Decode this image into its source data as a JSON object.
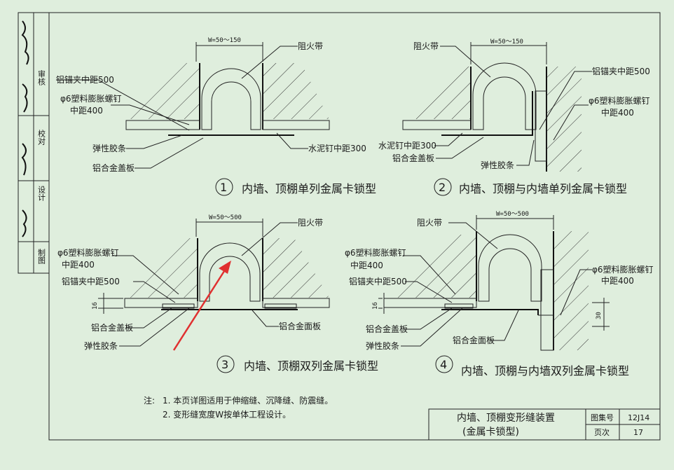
{
  "details": [
    {
      "number": "1",
      "caption": "内墙、顶棚单列金属卡锁型",
      "width_dim": "W=50～150",
      "labels": [
        "阻火带",
        "铝锚夹中距500",
        "φ6塑料膨胀螺钉",
        "中距400",
        "弹性胶条",
        "铝合金盖板",
        "水泥钉中距300"
      ]
    },
    {
      "number": "2",
      "caption": "内墙、顶棚与内墙单列金属卡锁型",
      "width_dim": "W=50～150",
      "labels": [
        "阻火带",
        "铝锚夹中距500",
        "φ6塑料膨胀螺钉",
        "中距400",
        "水泥钉中距300",
        "铝合金盖板",
        "弹性胶条"
      ]
    },
    {
      "number": "3",
      "caption": "内墙、顶棚双列金属卡锁型",
      "width_dim": "W=50～500",
      "labels": [
        "阻火带",
        "φ6塑料膨胀螺钉",
        "中距400",
        "铝锚夹中距500",
        "铝合金面板",
        "铝合金盖板",
        "弹性胶条"
      ],
      "dim": "16"
    },
    {
      "number": "4",
      "caption": "内墙、顶棚与内墙双列金属卡锁型",
      "width_dim": "W=50～500",
      "labels": [
        "阻火带",
        "φ6塑料膨胀螺钉",
        "中距400",
        "铝锚夹中距500",
        "φ6塑料膨胀螺钉",
        "中距400",
        "铝合金盖板",
        "弹性胶条",
        "铝合金面板"
      ],
      "dims": [
        "16",
        "30"
      ]
    }
  ],
  "notes": {
    "prefix": "注:",
    "items": [
      "1. 本页详图适用于伸缩缝、沉降缝、防震缝。",
      "2. 变形缝宽度W按单体工程设计。"
    ]
  },
  "title_block": {
    "title_line1": "内墙、顶棚变形缝装置",
    "title_line2": "(金属卡锁型)",
    "atlas_label": "图集号",
    "atlas_value": "12J14",
    "page_label": "页次",
    "page_value": "17"
  },
  "side_strip": {
    "labels": [
      "审核",
      "校对",
      "设计",
      "制图"
    ]
  },
  "colors": {
    "background": "#dfeedd",
    "line": "#222222",
    "arrow": "#e03030"
  }
}
